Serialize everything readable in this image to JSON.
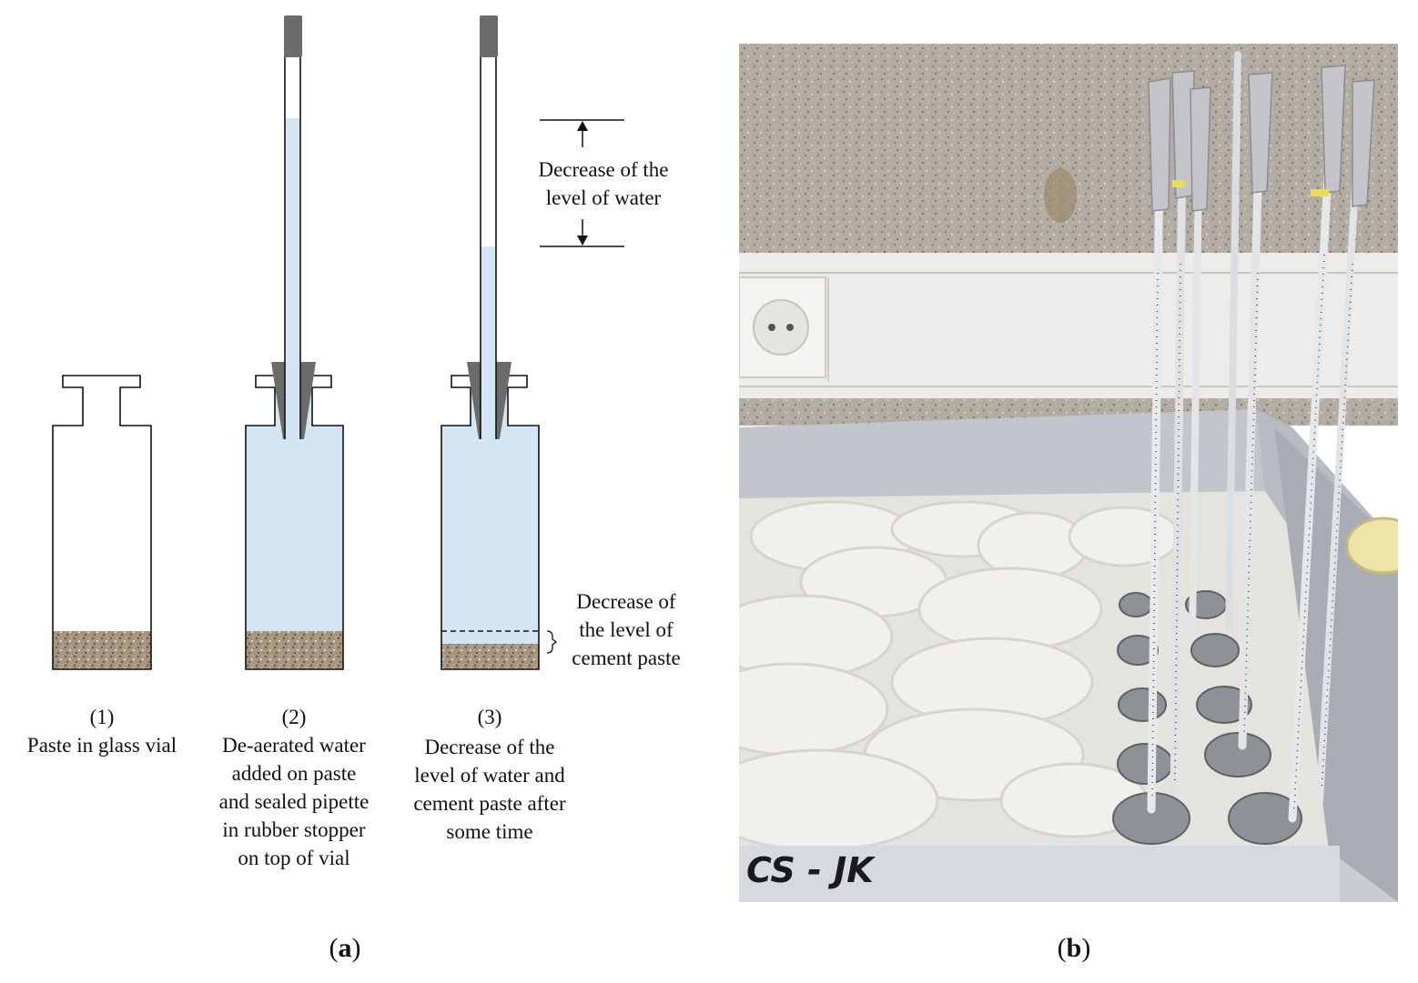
{
  "panel_a": {
    "label_open": "(",
    "label_letter": "a",
    "label_close": ")",
    "dim_water": [
      "Decrease of the",
      "level of water"
    ],
    "dim_paste": [
      "Decrease of",
      "the level of",
      "cement paste"
    ],
    "steps": [
      {
        "number": "(1)",
        "caption": [
          "Paste in glass vial"
        ]
      },
      {
        "number": "(2)",
        "caption": [
          "De-aerated water",
          "added on paste",
          "and sealed pipette",
          "in  rubber stopper",
          "on top of vial"
        ]
      },
      {
        "number": "(3)",
        "caption": [
          "Decrease of the",
          "level of water and",
          "cement paste after",
          "some time"
        ]
      }
    ]
  },
  "panel_b": {
    "label_open": "(",
    "label_letter": "b",
    "label_close": ")",
    "tray_marking": "CS - JK"
  },
  "colors": {
    "water": "#cfe2f3",
    "paste": "#a38e78",
    "stopper": "#6b6b6b",
    "line": "#111111"
  }
}
